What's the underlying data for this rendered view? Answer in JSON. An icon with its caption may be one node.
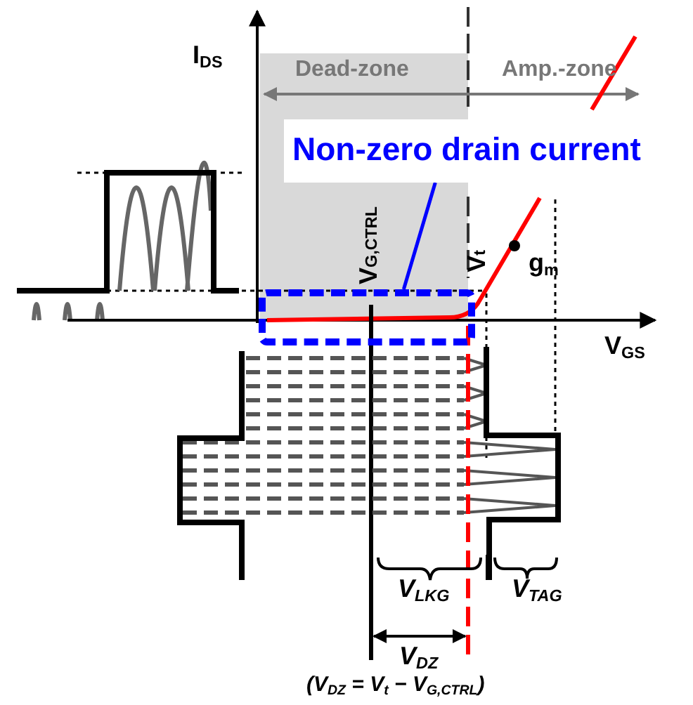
{
  "diagram": {
    "nodes": [
      {
        "text": [
          "Non-zero drain current"
        ]
      },
      {
        "text": [],
        "shape": "box"
      }
    ],
    "edges": [
      {
        "from": 0,
        "to": 1,
        "arrow": "none",
        "color": "#0000ff"
      }
    ],
    "labels": [
      "I$_{DS}$",
      "Dead-zone",
      "Amp.-zone",
      "V$_{G,CTRL}$",
      "V$_{t}$",
      "g$_{m}$",
      "V$_{GS}$",
      "V$_{LKG}$",
      "V$_{TAG}$",
      "V$_{DZ}$",
      "(V$_{DZ}$ = V$_{t}$ − V$_{G,CTRL}$)"
    ]
  }
}
